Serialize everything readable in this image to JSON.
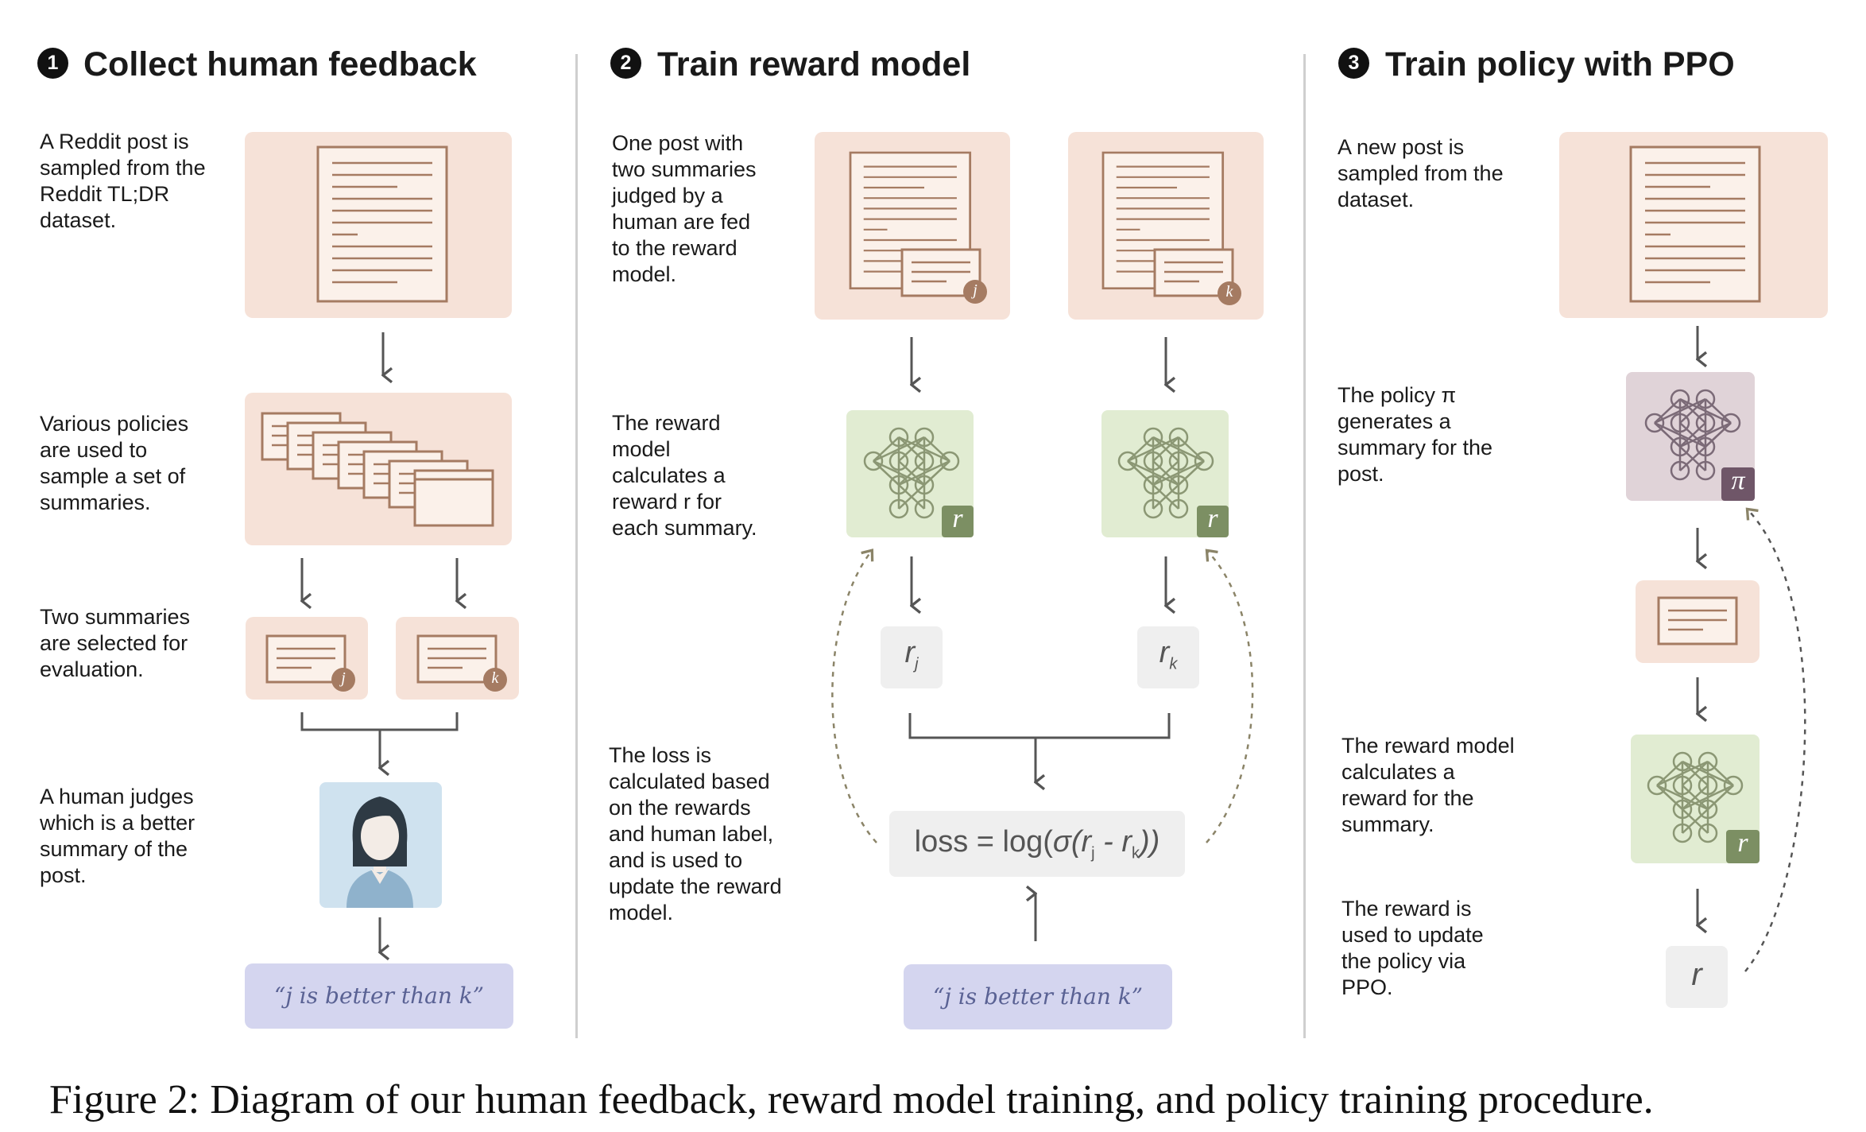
{
  "steps": [
    {
      "number": "1",
      "title": "Collect human feedback",
      "notes": [
        "A Reddit post is sampled from the Reddit TL;DR dataset.",
        "Various policies are used to sample a set of summaries.",
        "Two summaries are selected for evaluation.",
        "A human judges which is a better summary of the post."
      ],
      "label_j": "j",
      "label_k": "k",
      "judgement": "“j is better than k”"
    },
    {
      "number": "2",
      "title": "Train reward model",
      "notes": [
        "One post with two summaries judged by a human are fed to the reward model.",
        "The reward model calculates a reward r for each summary.",
        "The loss is calculated based on the rewards and human label, and is used to update the reward model."
      ],
      "label_j": "j",
      "label_k": "k",
      "reward_badge": "r",
      "reward_j": "r",
      "reward_j_sub": "j",
      "reward_k": "r",
      "reward_k_sub": "k",
      "loss_prefix": "loss = log(",
      "loss_sigma": "σ(r",
      "loss_sub_j": "j",
      "loss_minus": " - r",
      "loss_sub_k": "k",
      "loss_suffix": "))",
      "judgement": "“j is better than k”"
    },
    {
      "number": "3",
      "title": "Train policy with PPO",
      "notes": [
        "A new post is sampled from the dataset.",
        "The policy π generates a summary for the post.",
        "The reward model calculates a reward for the summary.",
        "The reward is used to update the policy via PPO."
      ],
      "policy_badge": "π",
      "reward_badge": "r",
      "reward_value": "r"
    }
  ],
  "caption": "Figure 2: Diagram of our human feedback, reward model training, and policy training procedure.",
  "colors": {
    "doc_bg": "#f6e2d8",
    "doc_line": "#a57b62",
    "nn_bg": "#e1ecd2",
    "nn_badge": "#7c8f63",
    "policy_bg": "#e0d3d8",
    "policy_badge": "#6f5668",
    "judge_bg": "#d4d5ef",
    "reward_bg": "#efefef",
    "person_bg": "#cfe2ef",
    "arrow": "#555555"
  }
}
